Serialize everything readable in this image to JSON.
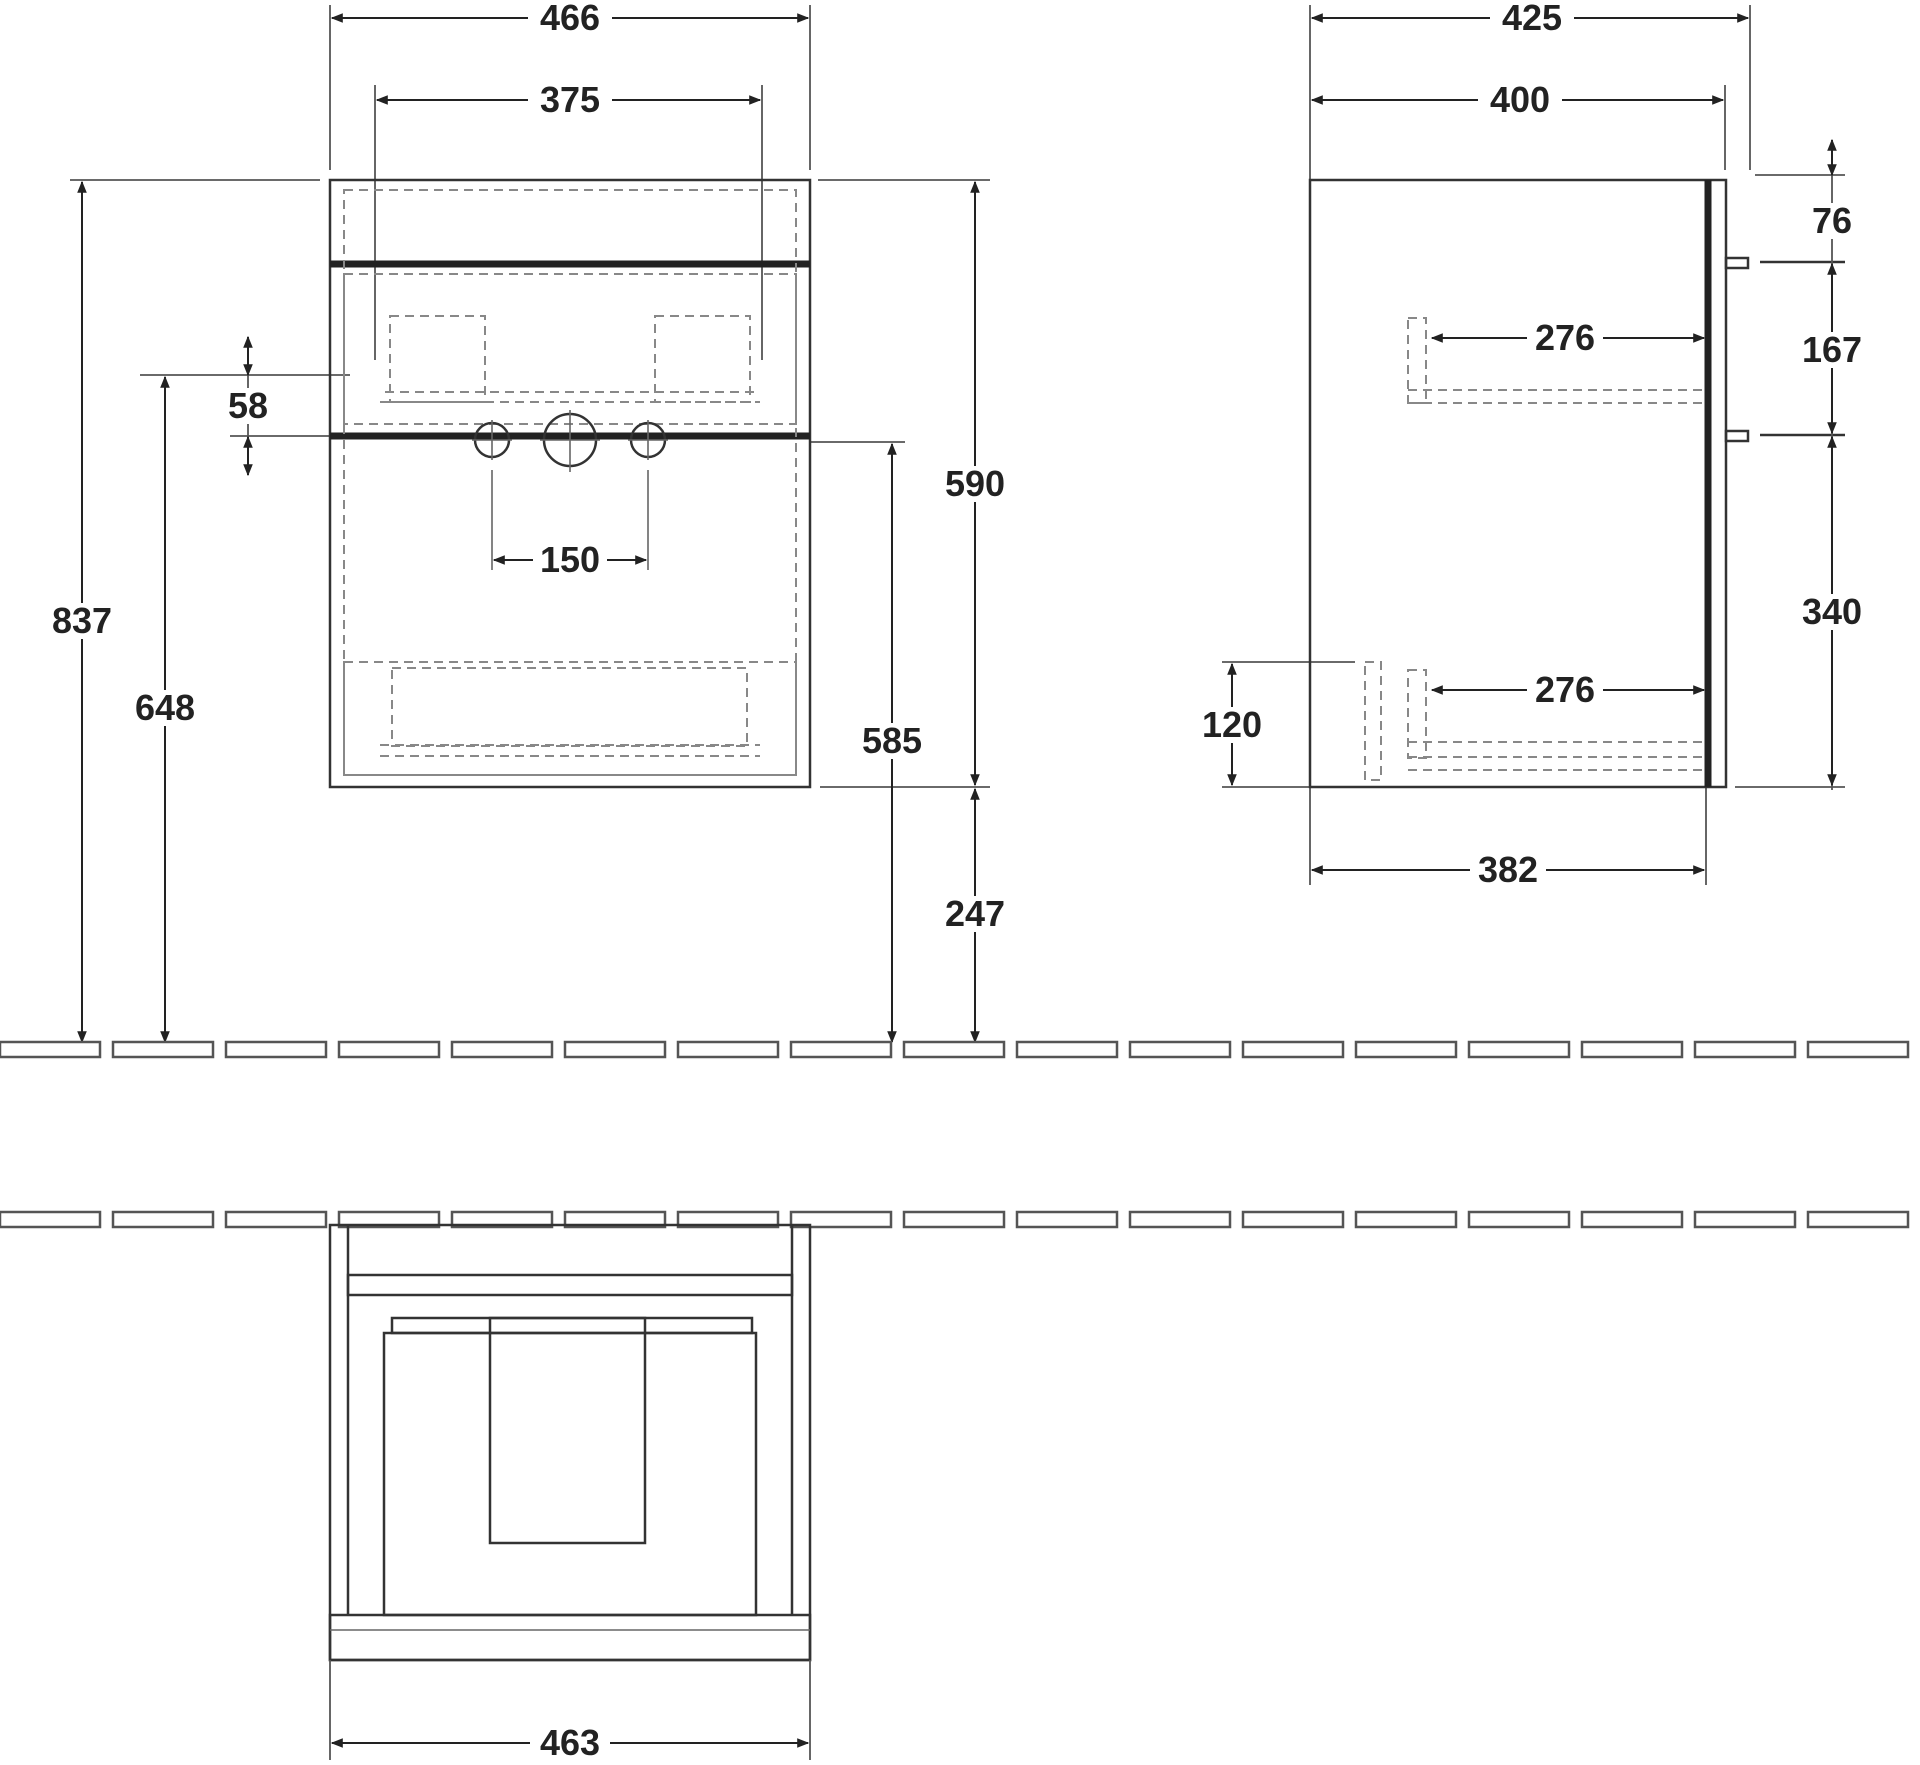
{
  "dimensions": {
    "front_width_outer": "466",
    "front_hole_spacing": "375",
    "front_total_height": "837",
    "front_inlet_height": "648",
    "front_hole_offset": "58",
    "front_fitting_spacing": "150",
    "front_cabinet_height": "590",
    "front_waste_height": "585",
    "front_floor_clearance": "247",
    "side_depth_outer": "425",
    "side_depth_inner": "400",
    "side_top_offset": "76",
    "side_rail_spacing": "167",
    "side_lower_spacing": "340",
    "side_drawer_depth_upper": "276",
    "side_drawer_depth_lower": "276",
    "side_plinth_height": "120",
    "side_base_depth": "382",
    "top_view_width": "463"
  }
}
